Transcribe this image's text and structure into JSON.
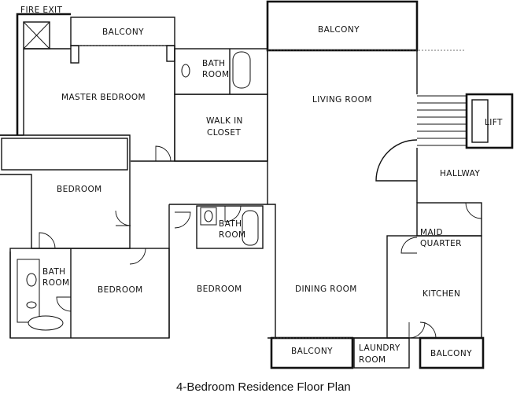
{
  "title": "4-Bedroom Residence Floor Plan",
  "rooms": {
    "fire_exit": "FIRE EXIT",
    "balcony_master": "BALCONY",
    "master_bedroom": "MASTER BEDROOM",
    "bath_master_1": "BATH",
    "bath_master_2": "ROOM",
    "walk_in_closet_1": "WALK IN",
    "walk_in_closet_2": "CLOSET",
    "balcony_living": "BALCONY",
    "living_room": "LIVING ROOM",
    "lift": "LIFT",
    "hallway": "HALLWAY",
    "bedroom_west": "BEDROOM",
    "bath_center_1": "BATH",
    "bath_center_2": "ROOM",
    "maid_quarter_1": "MAID",
    "maid_quarter_2": "QUARTER",
    "bath_southwest_1": "BATH",
    "bath_southwest_2": "ROOM",
    "bedroom_southwest": "BEDROOM",
    "bedroom_center": "BEDROOM",
    "dining_room": "DINING ROOM",
    "kitchen": "KITCHEN",
    "balcony_dining": "BALCONY",
    "laundry_room_1": "LAUNDRY",
    "laundry_room_2": "ROOM",
    "balcony_kitchen": "BALCONY"
  }
}
